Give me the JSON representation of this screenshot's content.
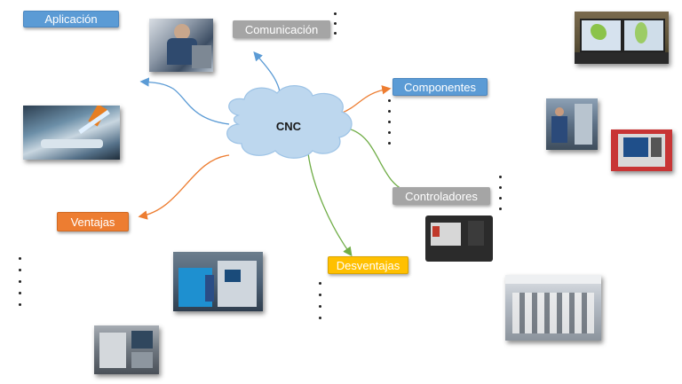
{
  "center": {
    "label": "CNC"
  },
  "nodes": {
    "aplicacion": "Aplicación",
    "comunicacion": "Comunicación",
    "componentes": "Componentes",
    "controladores": "Controladores",
    "ventajas": "Ventajas",
    "desventajas": "Desventajas"
  },
  "colors": {
    "blue": "#5b9bd5",
    "gray": "#a5a5a5",
    "orange": "#ed7d31",
    "yellow": "#ffc000",
    "green": "#70ad47",
    "cloud": "#bdd7ee"
  },
  "photos": [
    "machinist-at-mill",
    "cam-workstation",
    "coolant-cutting-tool",
    "operator-at-machine",
    "cnc-control-panel",
    "cnc-lathe",
    "workshop-machines",
    "factory-floor",
    "machine-interior"
  ]
}
